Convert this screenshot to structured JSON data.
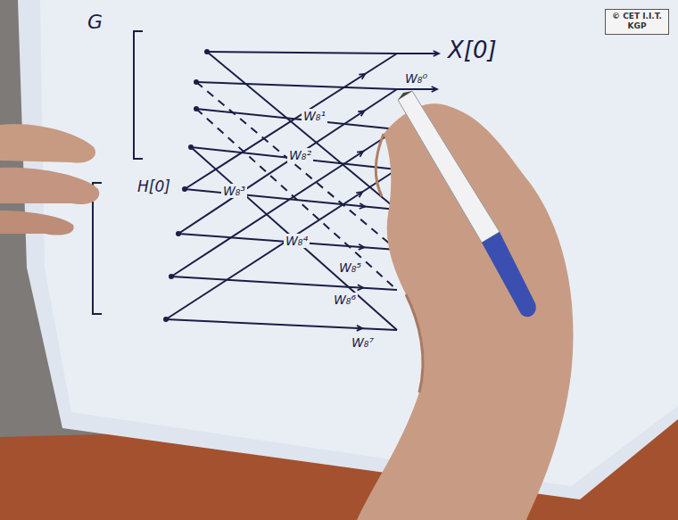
{
  "diagram": {
    "nodes": [
      {
        "text": [
          "© CET I.I.T. KGP"
        ]
      }
    ],
    "labels": [
      "G",
      "X[0]",
      "H[0]",
      "W₈⁰",
      "W₈¹",
      "W₈²",
      "W₈³",
      "W₈⁴",
      "W₈⁵",
      "W₈⁶",
      "W₈⁷"
    ]
  }
}
